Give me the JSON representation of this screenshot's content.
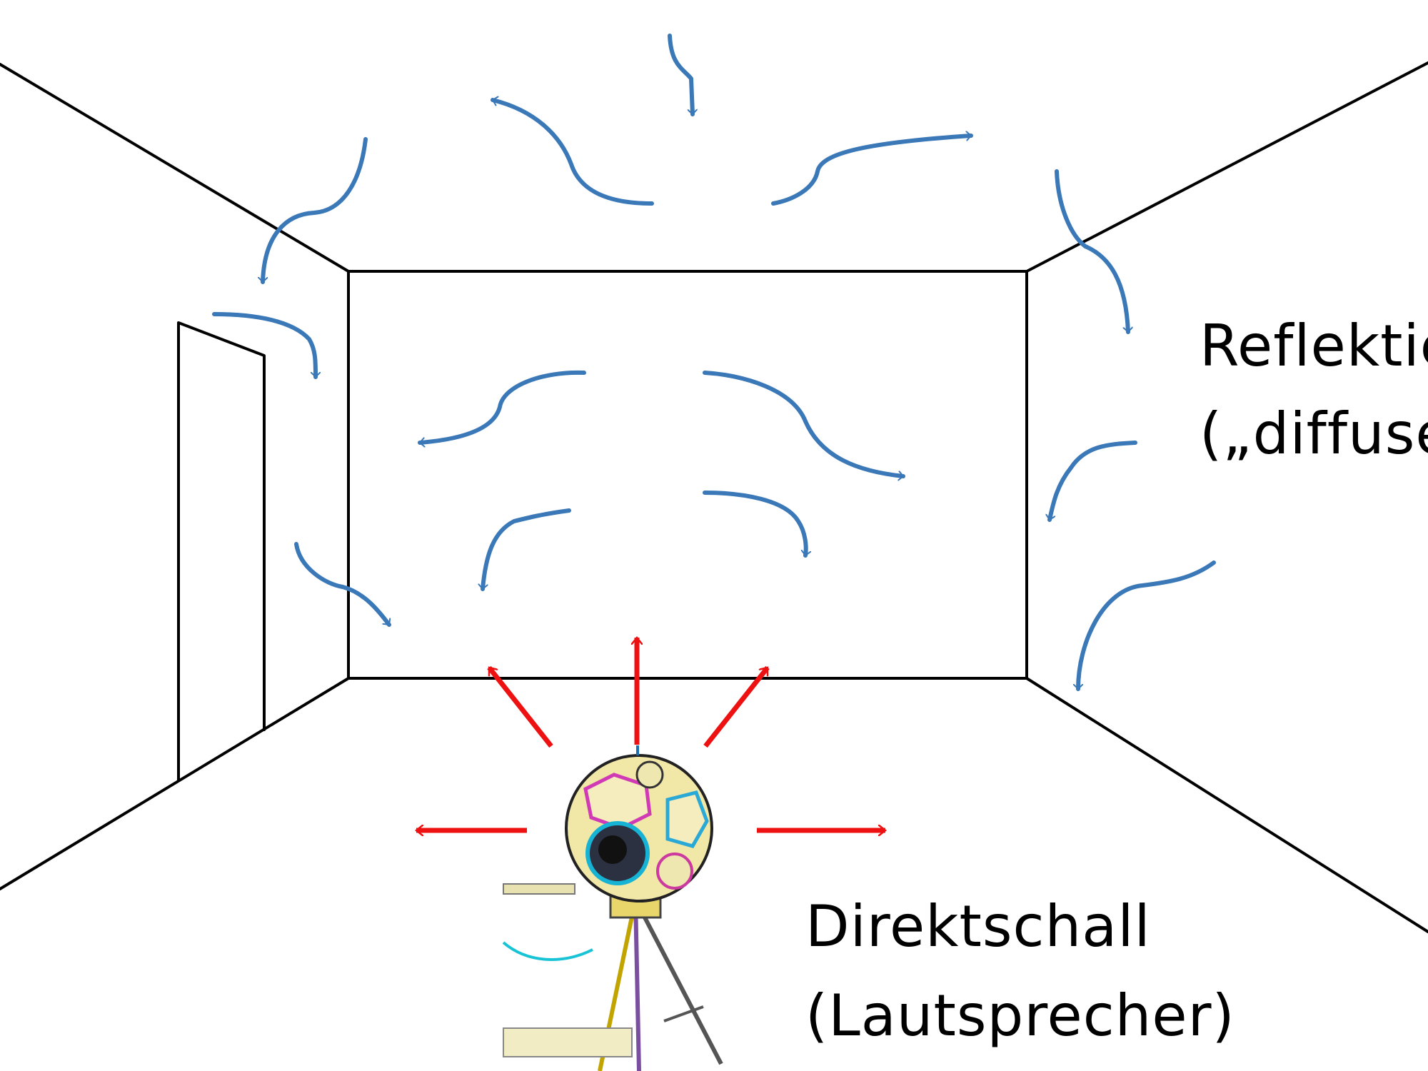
{
  "labels": {
    "reflection_line1": "Reflektie",
    "reflection_line2": "(„diffuse",
    "direct_line1": "Direktschall",
    "direct_line2": "(Lautsprecher)"
  },
  "colors": {
    "reflection_arrow": "#3a78b8",
    "direct_arrow": "#ee1111",
    "room_lines": "#000000",
    "background": "#ffffff"
  },
  "icons": {
    "loudspeaker": "dodecahedron-loudspeaker-on-tripod"
  }
}
